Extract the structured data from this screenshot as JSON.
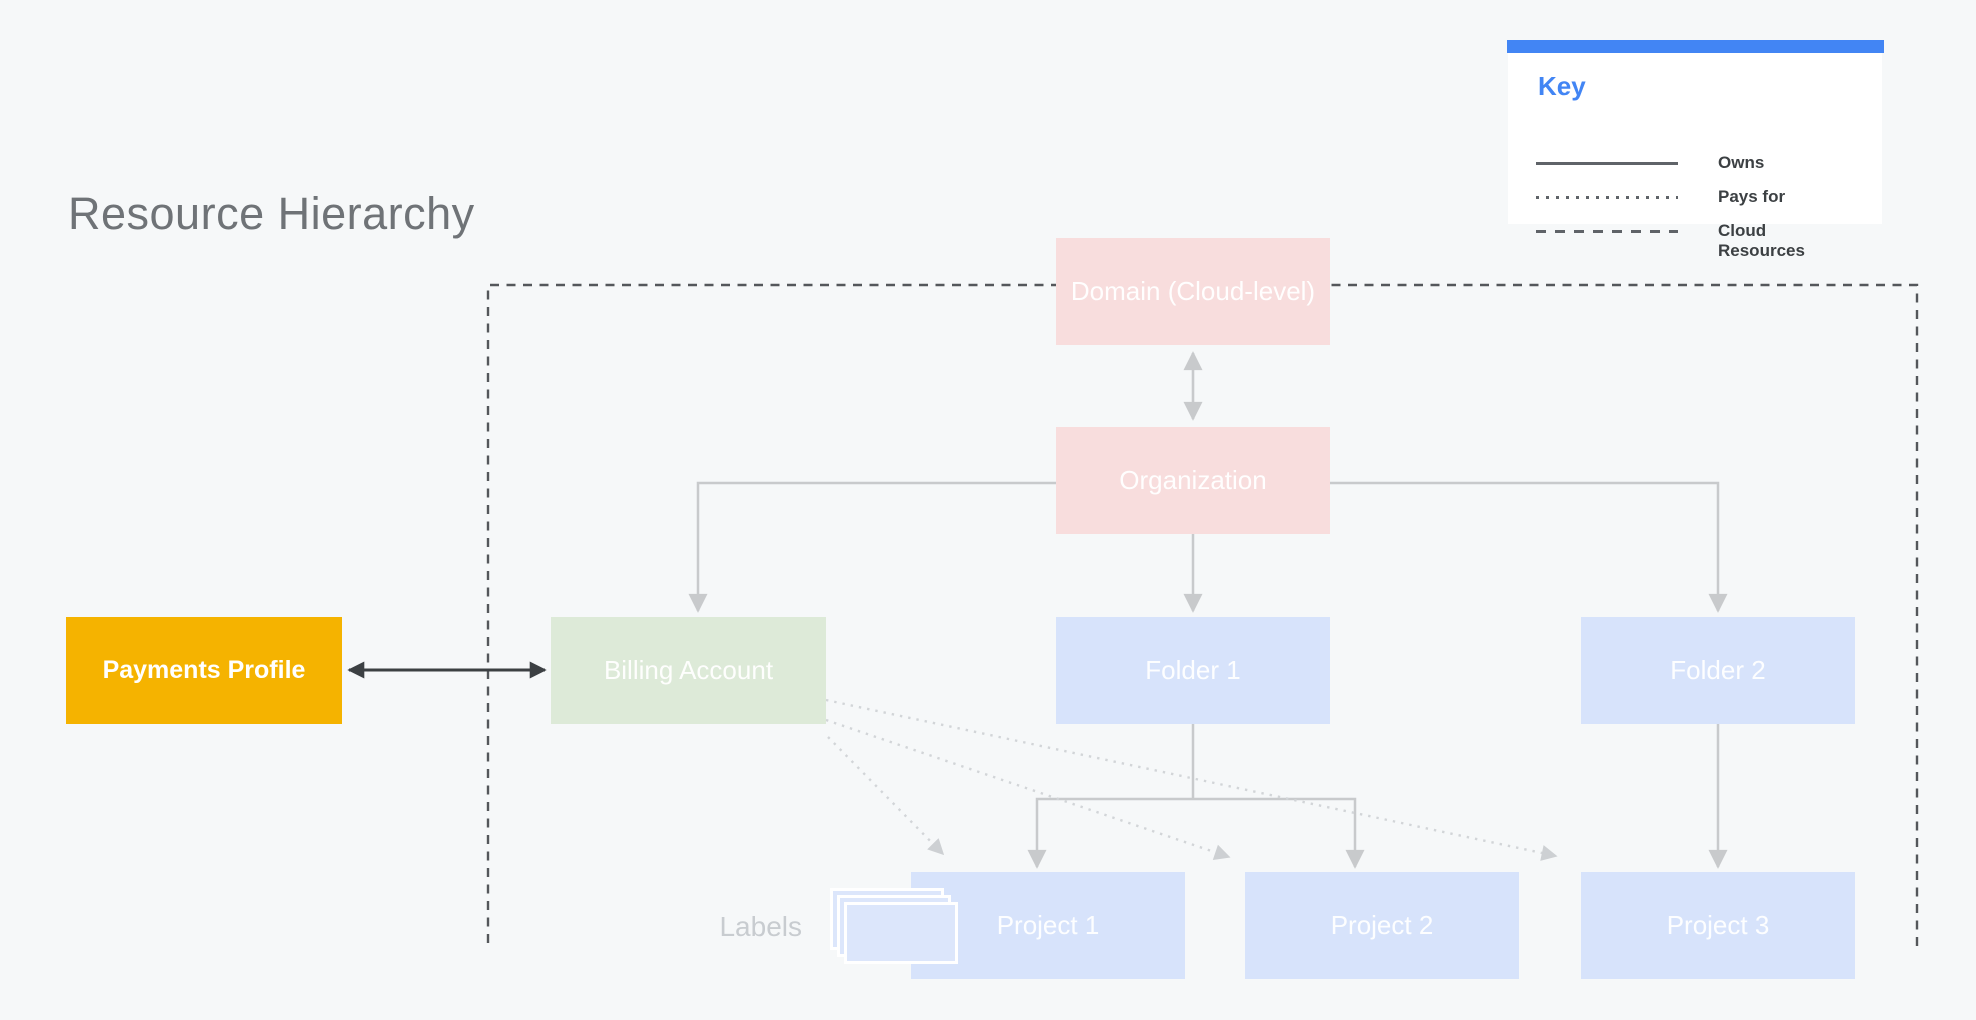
{
  "page": {
    "title": "Resource Hierarchy"
  },
  "legend": {
    "title": "Key",
    "items": [
      {
        "style": "solid",
        "label": "Owns"
      },
      {
        "style": "dotted",
        "label": "Pays for"
      },
      {
        "style": "dashed",
        "label": "Cloud Resources"
      }
    ]
  },
  "nodes": {
    "domain": {
      "label": "Domain (Cloud-level)",
      "color": "#f8dddd"
    },
    "organization": {
      "label": "Organization",
      "color": "#f8dddd"
    },
    "payments_profile": {
      "label": "Payments Profile",
      "color": "#f5b300"
    },
    "billing_account": {
      "label": "Billing Account",
      "color": "#ddead8"
    },
    "folder1": {
      "label": "Folder 1",
      "color": "#d7e3fb"
    },
    "folder2": {
      "label": "Folder 2",
      "color": "#d7e3fb"
    },
    "project1": {
      "label": "Project 1",
      "color": "#d7e3fb"
    },
    "project2": {
      "label": "Project 2",
      "color": "#d7e3fb"
    },
    "project3": {
      "label": "Project 3",
      "color": "#d7e3fb"
    }
  },
  "annotations": {
    "labels_caption": "Labels"
  },
  "colors": {
    "background": "#f6f8f9",
    "legend_accent": "#4285f4",
    "title_text": "#6f7377",
    "owns_line": "#c8cacc",
    "pays_for_line": "#cdd0d3",
    "cloud_boundary_dash": "#54575b",
    "payments_link": "#3c4043"
  }
}
